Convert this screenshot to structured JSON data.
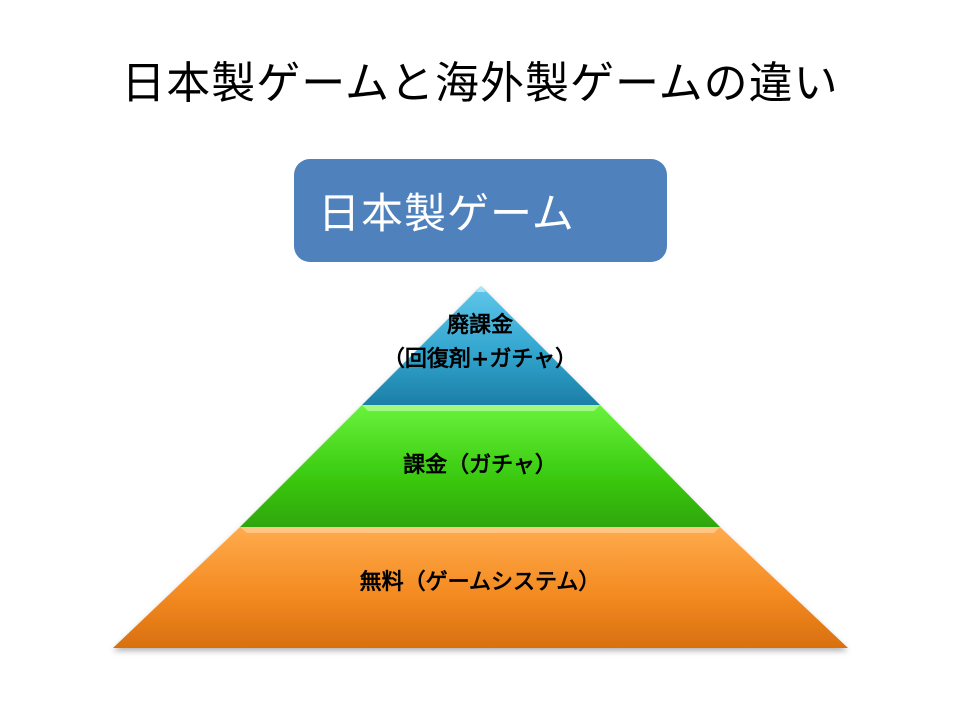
{
  "slide": {
    "title": "日本製ゲームと海外製ゲームの違い"
  },
  "category_box": {
    "label": "日本製ゲーム",
    "color": "#4f81bd"
  },
  "pyramid": {
    "tiers": [
      {
        "label_line1": "廃課金",
        "label_line2": "（回復剤+ガチャ）",
        "color": "#2f9fc8"
      },
      {
        "label": "課金（ガチャ）",
        "color": "#39cc10"
      },
      {
        "label": "無料（ゲームシステム）",
        "color": "#f28a1c"
      }
    ]
  }
}
